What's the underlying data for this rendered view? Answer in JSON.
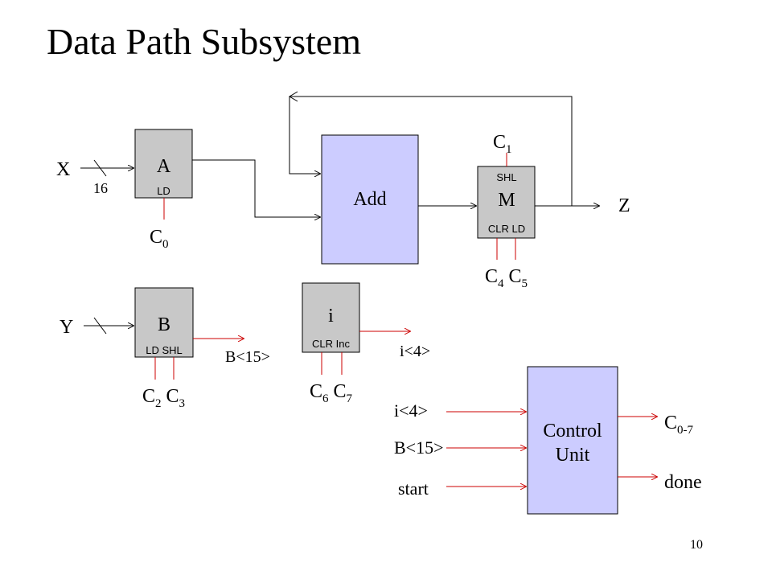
{
  "title": "Data Path Subsystem",
  "page_number": "10",
  "colors": {
    "register_fill": "#c8c8c8",
    "unit_fill": "#ccccff",
    "control_wire": "#cc0000",
    "border": "#000000"
  },
  "register_a": {
    "name": "A",
    "ports": "LD",
    "control": [
      "C",
      "0"
    ]
  },
  "register_b": {
    "name": "B",
    "ports": "LD SHL",
    "controls": [
      [
        "C",
        "2"
      ],
      [
        "C",
        "3"
      ]
    ],
    "output": "B<15>"
  },
  "register_i": {
    "name": "i",
    "ports": "CLR Inc",
    "controls": [
      [
        "C",
        "6"
      ],
      [
        "C",
        "7"
      ]
    ],
    "output": "i<4>"
  },
  "register_m": {
    "name": "M",
    "port_top": "SHL",
    "port_bottom": "CLR LD",
    "control_top": [
      "C",
      "1"
    ],
    "controls": [
      [
        "C",
        "4"
      ],
      [
        "C",
        "5"
      ]
    ]
  },
  "adder": {
    "name": "Add"
  },
  "inputs": {
    "x": "X",
    "y": "Y",
    "bus_width": "16"
  },
  "output": {
    "z": "Z"
  },
  "control_unit": {
    "line1": "Control",
    "line2": "Unit",
    "inputs": [
      "i<4>",
      "B<15>",
      "start"
    ],
    "outputs": {
      "control": [
        "C",
        "0-7"
      ],
      "done": "done"
    }
  }
}
